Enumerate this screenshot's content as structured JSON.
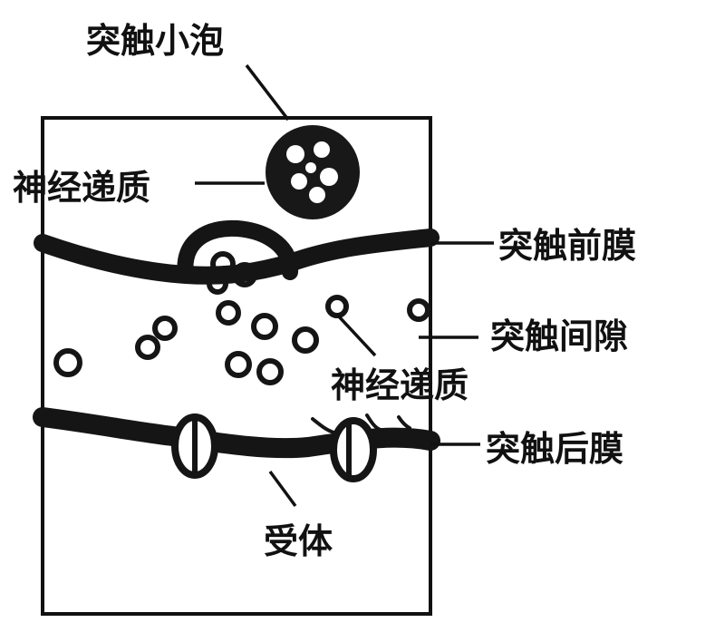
{
  "labels": {
    "synaptic_vesicle": "突触小泡",
    "neurotransmitter_top": "神经递质",
    "presynaptic_membrane": "突触前膜",
    "synaptic_cleft": "突触间隙",
    "neurotransmitter_middle": "神经递质",
    "postsynaptic_membrane": "突触后膜",
    "receptor": "受体"
  }
}
